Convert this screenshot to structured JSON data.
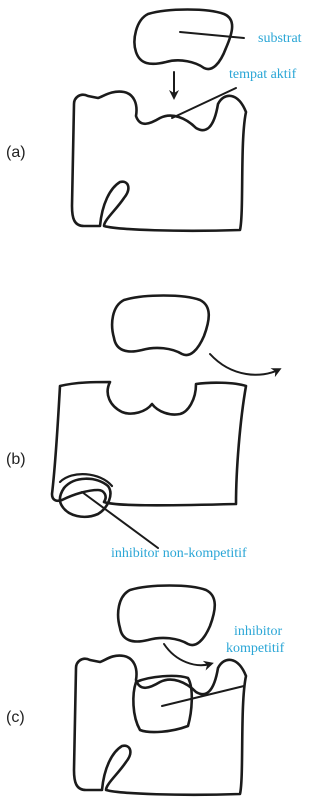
{
  "panels": [
    {
      "label": "(a)",
      "callouts": [
        "substrat",
        "tempat aktif"
      ]
    },
    {
      "label": "(b)",
      "callouts": [
        "inhibitor non-kompetitif"
      ]
    },
    {
      "label": "(c)",
      "callouts": [
        "inhibitor",
        "kompetitif"
      ]
    }
  ],
  "colors": {
    "stroke": "#1b1b1b",
    "callout_text": "#2aa6d6",
    "label_text": "#222222"
  }
}
